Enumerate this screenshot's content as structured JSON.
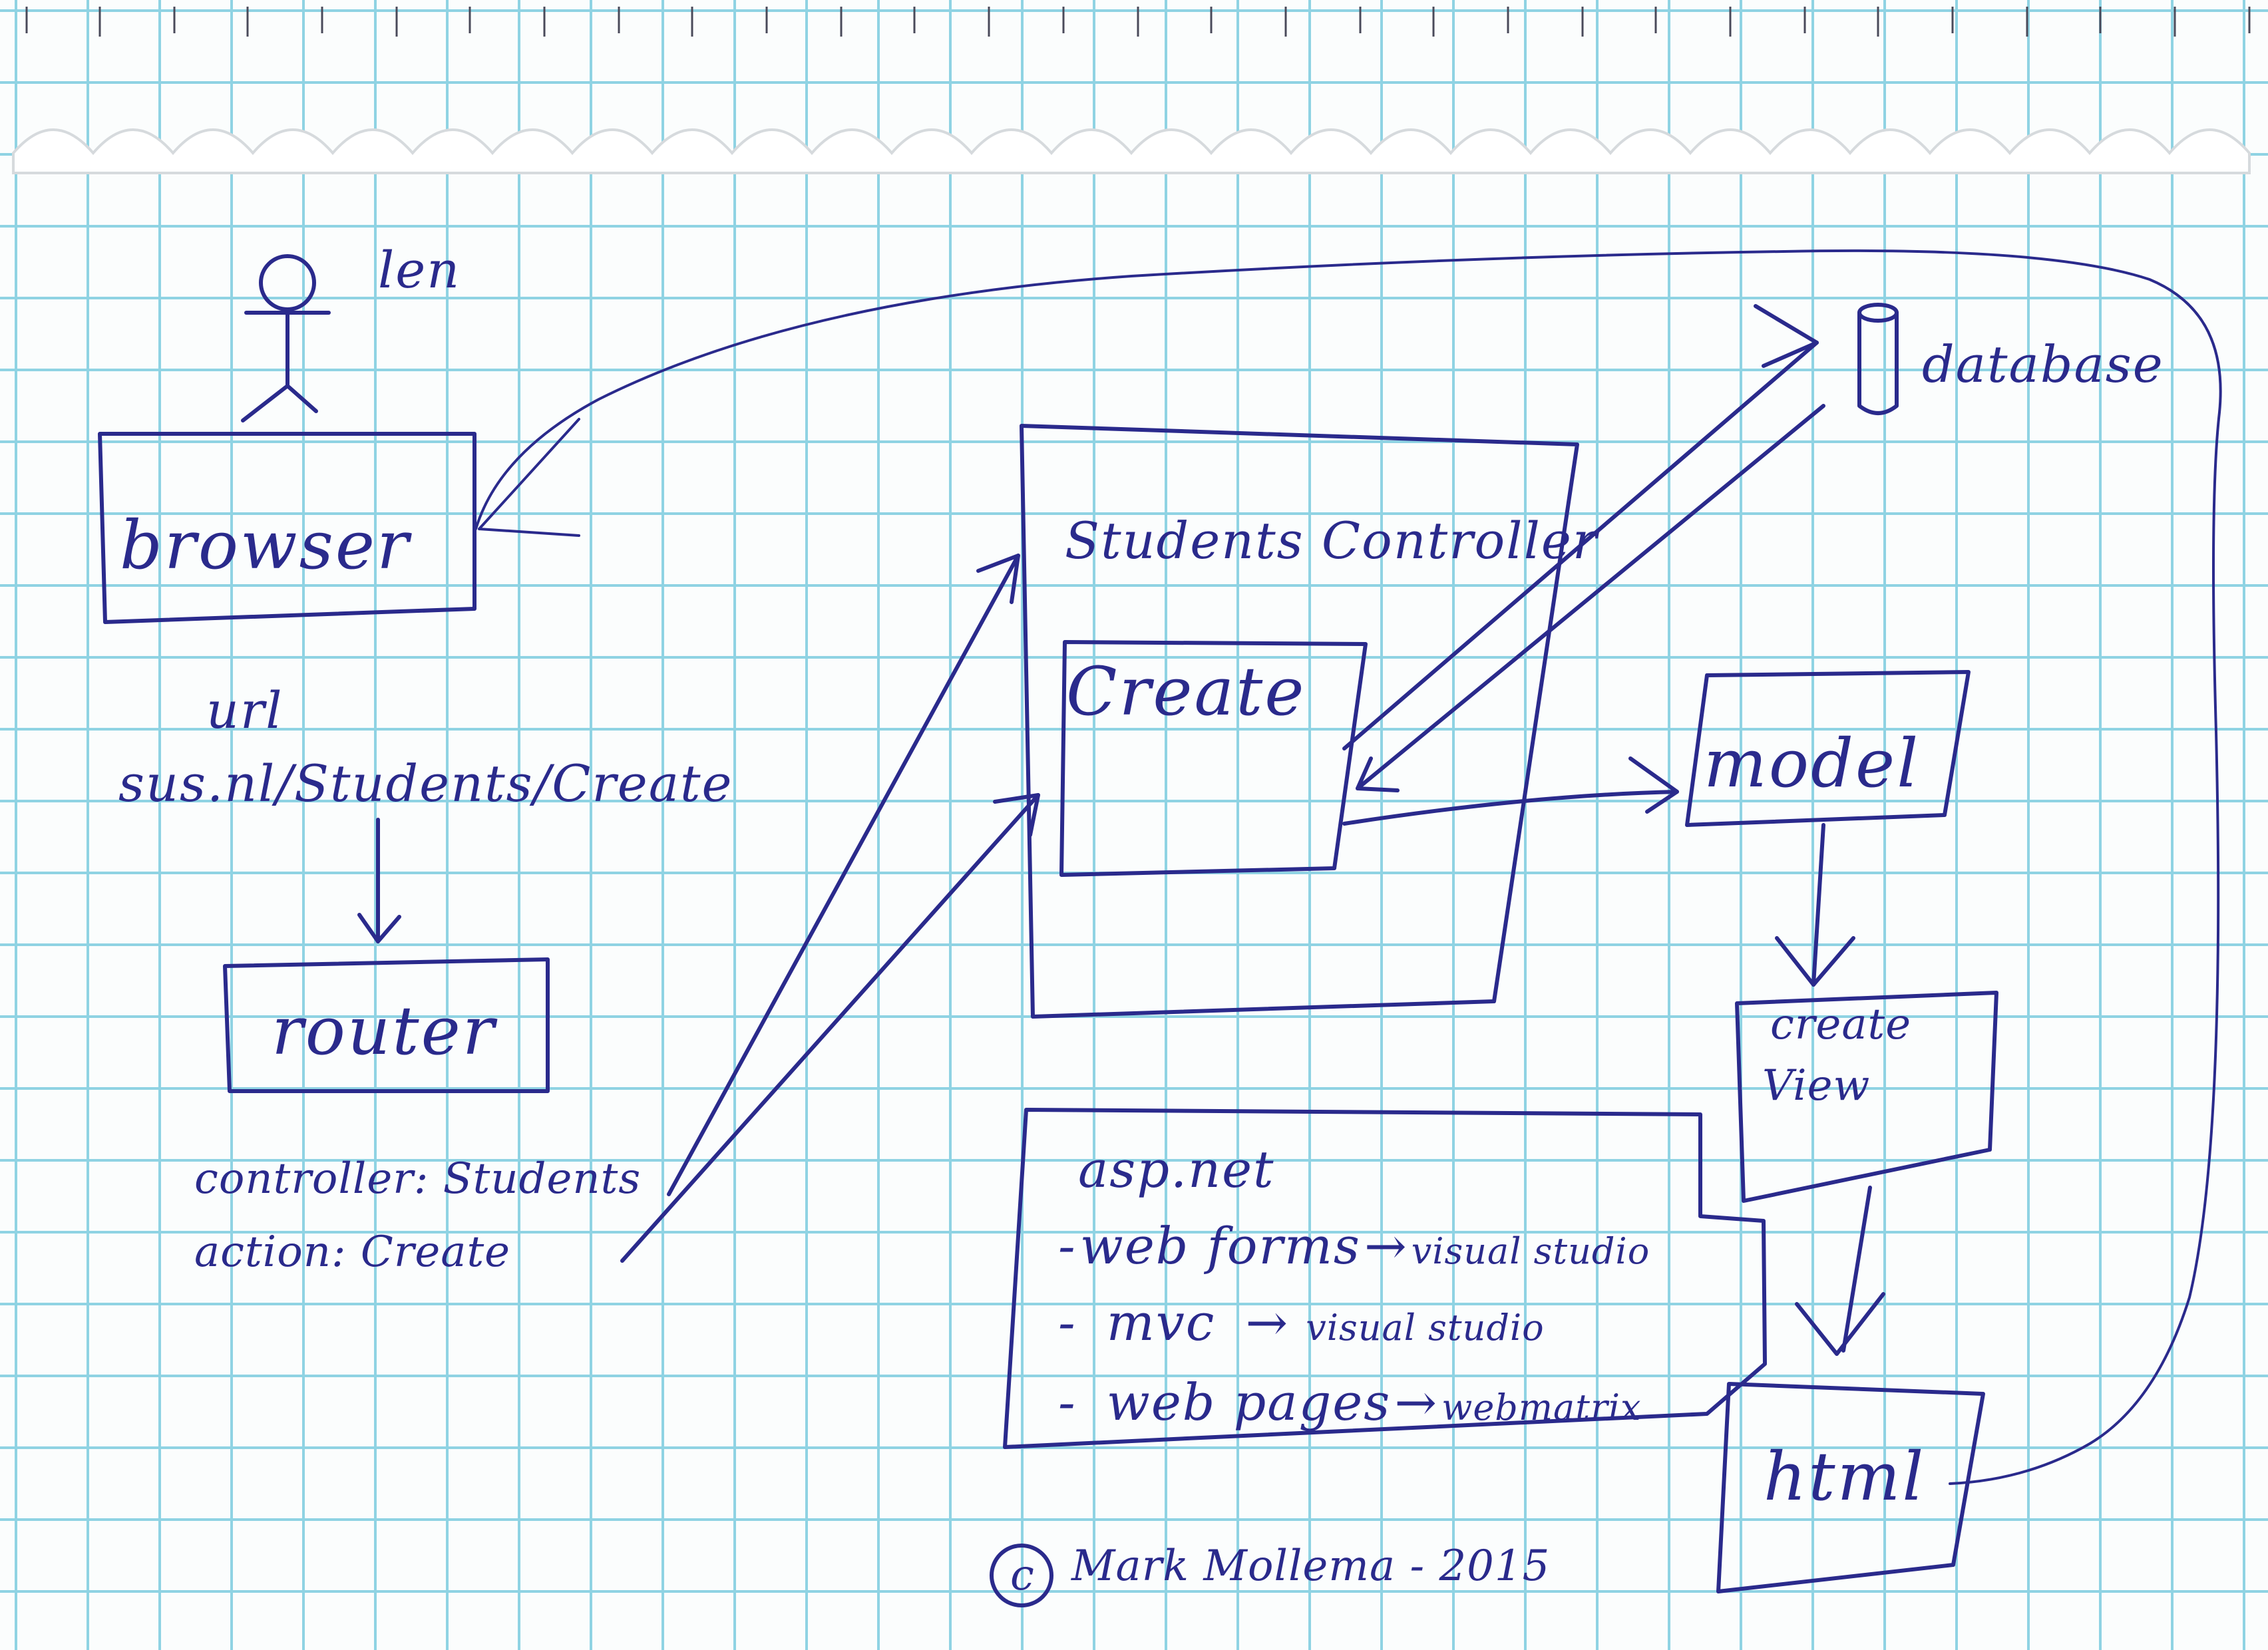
{
  "user_label": "len",
  "nodes": {
    "browser": "browser",
    "router": "router",
    "controller": "Students Controller",
    "action": "Create",
    "database": "database",
    "model": "model",
    "create_view_line1": "create",
    "create_view_line2": "View",
    "html": "html"
  },
  "url": {
    "title": "url",
    "value": "sus.nl/Students/Create"
  },
  "route": {
    "controller_line": "controller: Students",
    "action_line": "action: Create"
  },
  "aspnet": {
    "title": "asp.net",
    "items": [
      {
        "dash": "-",
        "name": "web forms",
        "arrow": "→",
        "tool": "visual studio"
      },
      {
        "dash": "-",
        "name": "mvc",
        "arrow": "→",
        "tool": "visual studio"
      },
      {
        "dash": "-",
        "name": "web pages",
        "arrow": "→",
        "tool": "webmatrix"
      }
    ]
  },
  "footer": {
    "copyright_symbol": "c",
    "signature": "Mark Mollema - 2015"
  },
  "colors": {
    "ink": "#2a2a8c",
    "grid": "#8fd3e3",
    "paper": "#fbfdfd"
  }
}
